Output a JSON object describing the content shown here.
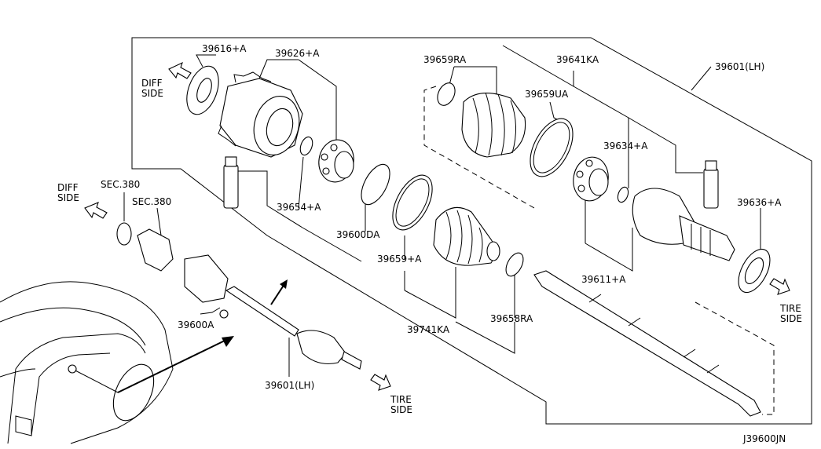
{
  "diagram_id": "J39600JN",
  "callouts": {
    "p39616a": "39616+A",
    "p39626a": "39626+A",
    "p39659ra": "39659RA",
    "p39641ka": "39641KA",
    "p39601lh_top": "39601(LH)",
    "p39659ua": "39659UA",
    "p39634a": "39634+A",
    "p39654a": "39654+A",
    "p39600da": "39600DA",
    "p39659a": "39659+A",
    "p39636a": "39636+A",
    "p39611a": "39611+A",
    "p39741ka": "39741KA",
    "p39658ra": "39658RA",
    "p39600a": "39600A",
    "p39601lh_bottom": "39601(LH)",
    "sec380_a": "SEC.380",
    "sec380_b": "SEC.380"
  },
  "direction_labels": {
    "diff_side_top_1": "DIFF",
    "diff_side_top_2": "SIDE",
    "diff_side_left_1": "DIFF",
    "diff_side_left_2": "SIDE",
    "tire_side_right_1": "TIRE",
    "tire_side_right_2": "SIDE",
    "tire_side_bottom_1": "TIRE",
    "tire_side_bottom_2": "SIDE"
  }
}
